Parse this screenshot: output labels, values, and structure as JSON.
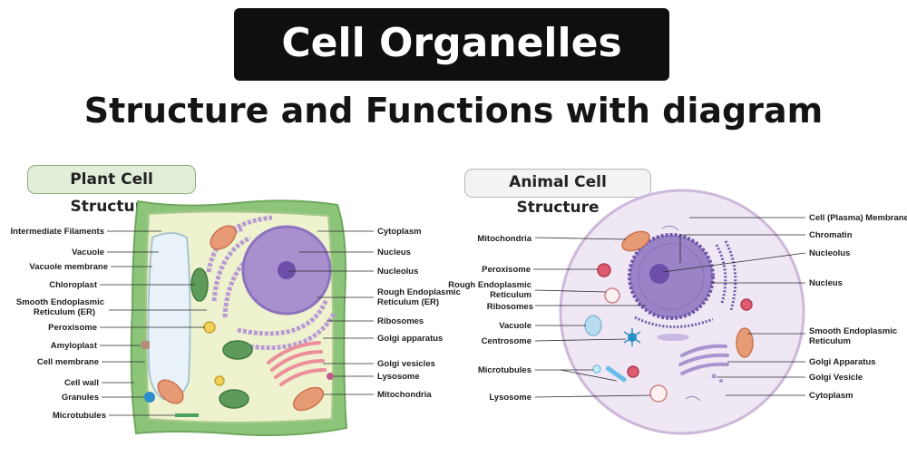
{
  "header": {
    "title": "Cell Organelles",
    "subtitle": "Structure and Functions with diagram"
  },
  "plant": {
    "heading": "Plant Cell Structure",
    "labels": {
      "intermediate_filaments": "Intermediate Filaments",
      "vacuole": "Vacuole",
      "vacuole_membrane": "Vacuole membrane",
      "chloroplast": "Chloroplast",
      "smooth_er_1": "Smooth Endoplasmic",
      "smooth_er_2": "Reticulum (ER)",
      "peroxisome": "Peroxisome",
      "amyloplast": "Amyloplast",
      "cell_membrane": "Cell membrane",
      "cell_wall": "Cell wall",
      "granules": "Granules",
      "microtubules": "Microtubules",
      "cytoplasm": "Cytoplasm",
      "nucleus": "Nucleus",
      "nucleolus": "Nucleolus",
      "rough_er_1": "Rough Endoplasmic",
      "rough_er_2": "Reticulum (ER)",
      "ribosomes": "Ribosomes",
      "golgi_apparatus": "Golgi apparatus",
      "golgi_vesicles": "Golgi vesicles",
      "lysosome": "Lysosome",
      "mitochondria": "Mitochondria"
    }
  },
  "animal": {
    "heading": "Animal Cell Structure",
    "labels": {
      "cell_membrane": "Cell (Plasma) Membrane",
      "chromatin": "Chromatin",
      "nucleolus": "Nucleolus",
      "nucleus": "Nucleus",
      "smooth_er_1": "Smooth Endoplasmic",
      "smooth_er_2": "Reticulum",
      "golgi_apparatus": "Golgi Apparatus",
      "golgi_vesicle": "Golgi Vesicle",
      "cytoplasm": "Cytoplasm",
      "mitochondria": "Mitochondria",
      "peroxisome": "Peroxisome",
      "rough_er_1": "Rough Endoplasmic",
      "rough_er_2": "Reticulum",
      "ribosomes": "Ribosomes",
      "vacuole": "Vacuole",
      "centrosome": "Centrosome",
      "microtubules": "Microtubules",
      "lysosome": "Lysosome"
    }
  },
  "colors": {
    "cell_wall": "#8cc57a",
    "plant_cytoplasm": "#eef2cf",
    "vacuole": "#e8f2f8",
    "nucleus": "#a890cf",
    "nucleolus": "#6d4ea8",
    "chloroplast": "#5e9a5a",
    "mitochondria": "#e79b75",
    "golgi": "#ec8e9b",
    "animal_cytoplasm": "#efe8f4",
    "animal_membrane": "#cdb8da"
  }
}
